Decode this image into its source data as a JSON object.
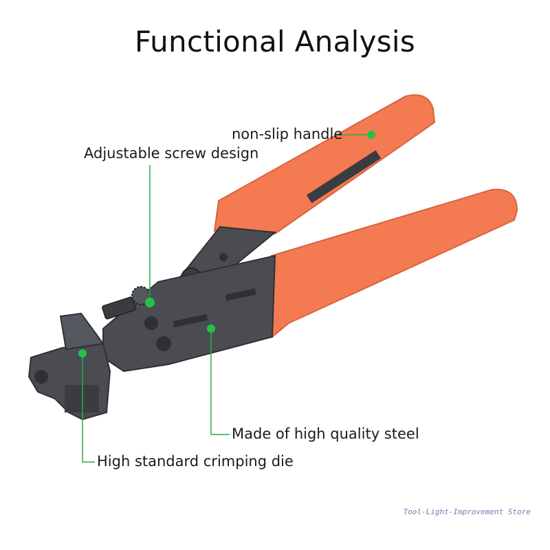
{
  "title": "Functional Analysis",
  "callouts": {
    "handle": "non-slip handle",
    "screw": "Adjustable screw design",
    "steel": "Made of high quality steel",
    "die": "High standard crimping die"
  },
  "watermark": "Tool-Light-Improvement Store",
  "colors": {
    "handle": "#f47a52",
    "handle_shadow": "#d9623e",
    "steel": "#4a4c52",
    "steel_dark": "#2e3035",
    "marker": "#22c24a",
    "leader": "#2fa84a"
  }
}
